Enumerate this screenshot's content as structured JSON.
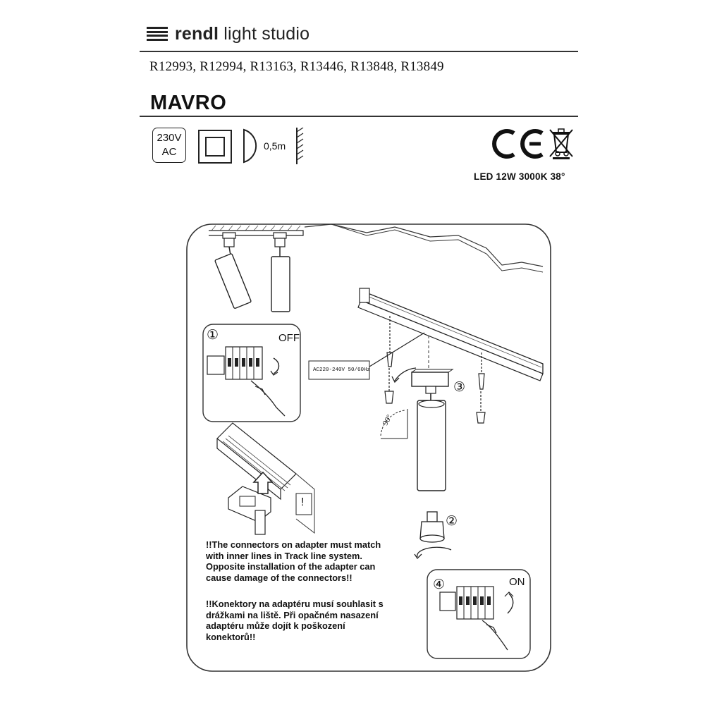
{
  "header": {
    "brand_bold": "rendl",
    "brand_rest": " light studio",
    "product_codes": "R12993, R12994, R13163, R13446, R13848, R13849",
    "model_name": "MAVRO"
  },
  "symbols": {
    "voltage_line1": "230V",
    "voltage_line2": "AC",
    "distance": "0,5m",
    "ce_mark": "CE",
    "spec": "LED 12W 3000K 38°"
  },
  "diagram": {
    "step1_label": "OFF",
    "step4_label": "ON",
    "power_label": "AC220-240V 50/60Hz",
    "angle_label": "90°",
    "steps": [
      "①",
      "②",
      "③",
      "④"
    ],
    "warning_mark": "!"
  },
  "warnings": {
    "en": [
      "!!The connectors on adapter must match",
      "with inner lines in Track line system.",
      "Opposite installation of the adapter can",
      "cause damage of the connectors!!"
    ],
    "cz": [
      "!!Konektory na adaptéru musí souhlasit s",
      "drážkami na liště. Při opačném nasazení",
      "adaptéru může dojít k poškození",
      "konektorů!!"
    ]
  }
}
